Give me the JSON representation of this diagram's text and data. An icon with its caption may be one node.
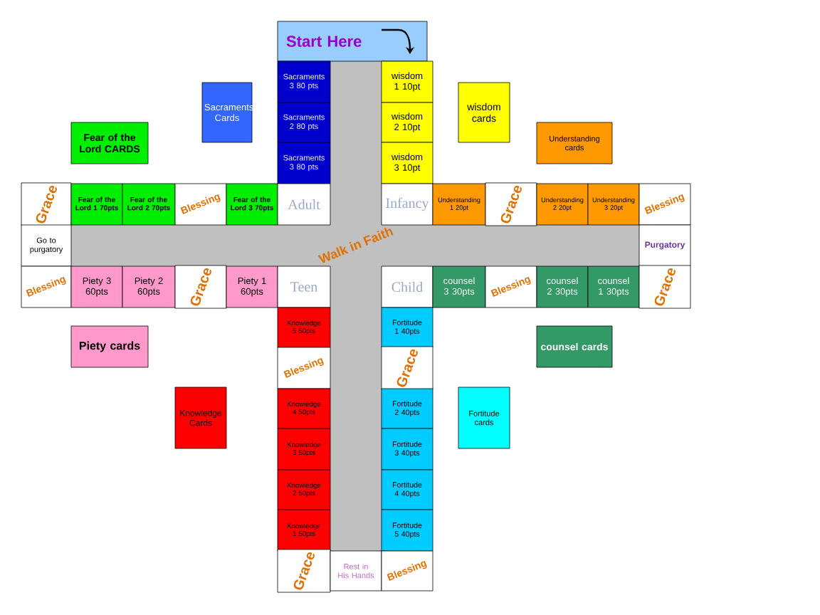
{
  "diagram": {
    "nodes": [
      {
        "text": [
          "Start Here"
        ]
      },
      {
        "text": [
          "Sacraments 3 80 pts"
        ]
      },
      {
        "text": [
          "wisdom 1 10pt"
        ]
      },
      {
        "text": [
          "Sacraments Cards"
        ]
      },
      {
        "text": [
          "wisdom cards"
        ]
      },
      {
        "text": [
          "Sacraments 2 80 pts"
        ]
      },
      {
        "text": [
          "wisdom 2 10pt"
        ]
      },
      {
        "text": [
          "Fear of the Lord CARDS"
        ]
      },
      {
        "text": [
          "Understanding cards"
        ]
      },
      {
        "text": [
          "Sacraments 3 80 pts"
        ]
      },
      {
        "text": [
          "wisdom 3 10pt"
        ]
      },
      {
        "text": [
          "Grace"
        ]
      },
      {
        "text": [
          "Fear of the Lord 1 70pts"
        ]
      },
      {
        "text": [
          "Fear of the Lord 2 70pts"
        ]
      },
      {
        "text": [
          "Blessing"
        ]
      },
      {
        "text": [
          "Fear of the Lord 3 70pts"
        ]
      },
      {
        "text": [
          "Adult"
        ]
      },
      {
        "text": [
          "Infancy"
        ]
      },
      {
        "text": [
          "Understanding 1 20pt"
        ]
      },
      {
        "text": [
          "Grace"
        ]
      },
      {
        "text": [
          "Understanding 2 20pt"
        ]
      },
      {
        "text": [
          "Understanding 3 20pt"
        ]
      },
      {
        "text": [
          "Blessing"
        ]
      },
      {
        "text": [
          "Go to purgatory"
        ]
      },
      {
        "text": [
          "Purgatory"
        ]
      },
      {
        "text": [
          "Blessing"
        ]
      },
      {
        "text": [
          "Piety 3 60pts"
        ]
      },
      {
        "text": [
          "Piety 2 60pts"
        ]
      },
      {
        "text": [
          "Grace"
        ]
      },
      {
        "text": [
          "Piety 1 60pts"
        ]
      },
      {
        "text": [
          "Teen"
        ]
      },
      {
        "text": [
          "Child"
        ]
      },
      {
        "text": [
          "counsel 3 30pts"
        ]
      },
      {
        "text": [
          "Blessing"
        ]
      },
      {
        "text": [
          "counsel 2 30pts"
        ]
      },
      {
        "text": [
          "counsel 1 30pts"
        ]
      },
      {
        "text": [
          "Grace"
        ]
      },
      {
        "text": [
          "Knowledge 5 50pts"
        ]
      },
      {
        "text": [
          "Fortitude 1 40pts"
        ]
      },
      {
        "text": [
          "Piety cards"
        ]
      },
      {
        "text": [
          "counsel cards"
        ]
      },
      {
        "text": [
          "Blessing"
        ]
      },
      {
        "text": [
          "Grace"
        ]
      },
      {
        "text": [
          "Knowledge 4 50pts"
        ]
      },
      {
        "text": [
          "Fortitude 2 40pts"
        ]
      },
      {
        "text": [
          "Knowledge Cards"
        ]
      },
      {
        "text": [
          "Fortitude cards"
        ]
      },
      {
        "text": [
          "Knowledge 3 50pts"
        ]
      },
      {
        "text": [
          "Fortitude 3 40pts"
        ]
      },
      {
        "text": [
          "Knowledge 2 50pts"
        ]
      },
      {
        "text": [
          "Fortitude 4 40pts"
        ]
      },
      {
        "text": [
          "Knowledge 1 50pts"
        ]
      },
      {
        "text": [
          "Fortitude 5 40pts"
        ]
      },
      {
        "text": [
          "Grace"
        ]
      },
      {
        "text": [
          "Rest in His Hands"
        ]
      },
      {
        "text": [
          "Blessing"
        ]
      }
    ],
    "labels": [
      "Walk in Faith"
    ]
  }
}
